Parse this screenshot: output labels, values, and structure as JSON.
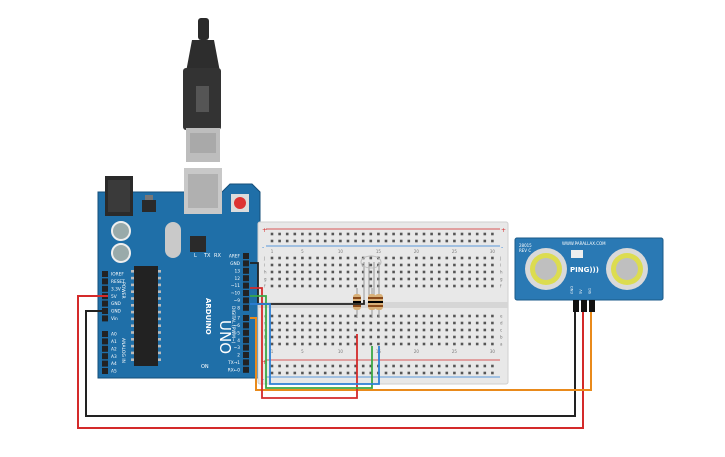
{
  "arduino": {
    "brand": "ARDUINO",
    "model": "UNO",
    "label_tx": "TX",
    "label_rx": "RX",
    "label_l": "L",
    "label_on": "ON",
    "label_digital": "DIGITAL (PWM~)",
    "label_analog": "ANALOG IN",
    "label_power": "POWER",
    "pins_digital_top": [
      "AREF",
      "GND",
      "13",
      "12",
      "~11",
      "~10",
      "~9",
      "8"
    ],
    "pins_digital_bottom": [
      "7",
      "~6",
      "~5",
      "4",
      "~3",
      "2",
      "TX→1",
      "RX←0"
    ],
    "pins_power": [
      "IOREF",
      "RESET",
      "3.3V",
      "5V",
      "GND",
      "GND",
      "Vin"
    ],
    "pins_analog": [
      "A0",
      "A1",
      "A2",
      "A3",
      "A4",
      "A5"
    ]
  },
  "breadboard": {
    "col_numbers": [
      "1",
      "5",
      "10",
      "15",
      "20",
      "25",
      "30"
    ],
    "row_letters_top": [
      "j",
      "i",
      "h",
      "g",
      "f"
    ],
    "row_letters_bottom": [
      "e",
      "d",
      "c",
      "b",
      "a"
    ],
    "rail_plus": "+",
    "rail_minus": "-"
  },
  "sensor": {
    "brand": "WWW.PARALLAX.COM",
    "name": "PING)))",
    "model_line1": "28015",
    "model_line2": "REV C",
    "pin_labels": [
      "GND",
      "5V",
      "SIG"
    ]
  },
  "colors": {
    "board": "#1f6fa8",
    "breadboard": "#e8e8e8",
    "sensor": "#2a79b4",
    "wire_red": "#d42a2a",
    "wire_black": "#222222",
    "wire_orange": "#e98a1b",
    "wire_green": "#3aa845",
    "wire_blue": "#2b7fd6"
  }
}
